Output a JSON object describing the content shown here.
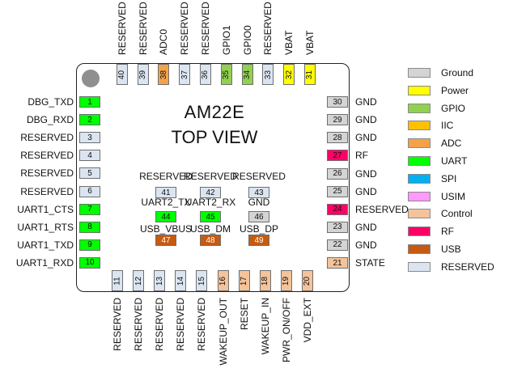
{
  "title": {
    "line1": "AM22E",
    "line2": "TOP VIEW"
  },
  "colors": {
    "ground": "#d4d4d4",
    "power": "#ffff00",
    "gpio": "#92d050",
    "iic": "#ffc000",
    "adc": "#f4a24a",
    "uart": "#00ff00",
    "spi": "#00b0f0",
    "usim": "#ff99ff",
    "control": "#f4c39a",
    "rf": "#ff0066",
    "usb": "#c55a11",
    "reserved": "#dbe5f1"
  },
  "legend": [
    {
      "label": "Ground",
      "color": "#d4d4d4"
    },
    {
      "label": "Power",
      "color": "#ffff00"
    },
    {
      "label": "GPIO",
      "color": "#92d050"
    },
    {
      "label": "IIC",
      "color": "#ffc000"
    },
    {
      "label": "ADC",
      "color": "#f4a24a"
    },
    {
      "label": "UART",
      "color": "#00ff00"
    },
    {
      "label": "SPI",
      "color": "#00b0f0"
    },
    {
      "label": "USIM",
      "color": "#ff99ff"
    },
    {
      "label": "Control",
      "color": "#f4c39a"
    },
    {
      "label": "RF",
      "color": "#ff0066"
    },
    {
      "label": "USB",
      "color": "#c55a11"
    },
    {
      "label": "RESERVED",
      "color": "#dbe5f1"
    }
  ],
  "pins_left": [
    {
      "num": "1",
      "label": "DBG_TXD",
      "color": "#00ff00"
    },
    {
      "num": "2",
      "label": "DBG_RXD",
      "color": "#00ff00"
    },
    {
      "num": "3",
      "label": "RESERVED",
      "color": "#dbe5f1"
    },
    {
      "num": "4",
      "label": "RESERVED",
      "color": "#dbe5f1"
    },
    {
      "num": "5",
      "label": "RESERVED",
      "color": "#dbe5f1"
    },
    {
      "num": "6",
      "label": "RESERVED",
      "color": "#dbe5f1"
    },
    {
      "num": "7",
      "label": "UART1_CTS",
      "color": "#00ff00"
    },
    {
      "num": "8",
      "label": "UART1_RTS",
      "color": "#00ff00"
    },
    {
      "num": "9",
      "label": "UART1_TXD",
      "color": "#00ff00"
    },
    {
      "num": "10",
      "label": "UART1_RXD",
      "color": "#00ff00"
    }
  ],
  "pins_bottom": [
    {
      "num": "11",
      "label": "RESERVED",
      "color": "#dbe5f1"
    },
    {
      "num": "12",
      "label": "RESERVED",
      "color": "#dbe5f1"
    },
    {
      "num": "13",
      "label": "RESERVED",
      "color": "#dbe5f1"
    },
    {
      "num": "14",
      "label": "RESERVED",
      "color": "#dbe5f1"
    },
    {
      "num": "15",
      "label": "RESERVED",
      "color": "#dbe5f1"
    },
    {
      "num": "16",
      "label": "WAKEUP_OUT",
      "color": "#f4c39a"
    },
    {
      "num": "17",
      "label": "RESET",
      "color": "#f4c39a"
    },
    {
      "num": "18",
      "label": "WAKEUP_IN",
      "color": "#f4c39a"
    },
    {
      "num": "19",
      "label": "PWR_ON/OFF",
      "color": "#f4c39a"
    },
    {
      "num": "20",
      "label": "VDD_EXT",
      "color": "#f4c39a"
    }
  ],
  "pins_right": [
    {
      "num": "21",
      "label": "STATE",
      "color": "#f4c39a"
    },
    {
      "num": "22",
      "label": "GND",
      "color": "#d4d4d4"
    },
    {
      "num": "23",
      "label": "GND",
      "color": "#d4d4d4"
    },
    {
      "num": "24",
      "label": "RESERVED",
      "color": "#ff0066"
    },
    {
      "num": "25",
      "label": "GND",
      "color": "#d4d4d4"
    },
    {
      "num": "26",
      "label": "GND",
      "color": "#d4d4d4"
    },
    {
      "num": "27",
      "label": "RF",
      "color": "#ff0066"
    },
    {
      "num": "28",
      "label": "GND",
      "color": "#d4d4d4"
    },
    {
      "num": "29",
      "label": "GND",
      "color": "#d4d4d4"
    },
    {
      "num": "30",
      "label": "GND",
      "color": "#d4d4d4"
    }
  ],
  "pins_top": [
    {
      "num": "31",
      "label": "VBAT",
      "color": "#ffff00"
    },
    {
      "num": "32",
      "label": "VBAT",
      "color": "#ffff00"
    },
    {
      "num": "33",
      "label": "RESERVED",
      "color": "#dbe5f1"
    },
    {
      "num": "34",
      "label": "GPIO0",
      "color": "#92d050"
    },
    {
      "num": "35",
      "label": "GPIO1",
      "color": "#92d050"
    },
    {
      "num": "36",
      "label": "RESERVED",
      "color": "#dbe5f1"
    },
    {
      "num": "37",
      "label": "RESERVED",
      "color": "#dbe5f1"
    },
    {
      "num": "38",
      "label": "ADC0",
      "color": "#f4a24a"
    },
    {
      "num": "39",
      "label": "RESERVED",
      "color": "#dbe5f1"
    },
    {
      "num": "40",
      "label": "RESERVED",
      "color": "#dbe5f1"
    }
  ],
  "pins_inner": [
    {
      "num": "41",
      "label": "RESERVED",
      "color": "#dbe5f1"
    },
    {
      "num": "42",
      "label": "RESERVED",
      "color": "#dbe5f1"
    },
    {
      "num": "43",
      "label": "RESERVED",
      "color": "#dbe5f1"
    },
    {
      "num": "44",
      "label": "UART2_TX",
      "color": "#00ff00"
    },
    {
      "num": "45",
      "label": "UART2_RX",
      "color": "#00ff00"
    },
    {
      "num": "46",
      "label": "GND",
      "color": "#d4d4d4"
    },
    {
      "num": "47",
      "label": "USB_VBUS",
      "color": "#c55a11"
    },
    {
      "num": "48",
      "label": "USB_DM",
      "color": "#c55a11"
    },
    {
      "num": "49",
      "label": "USB_DP",
      "color": "#c55a11"
    }
  ]
}
